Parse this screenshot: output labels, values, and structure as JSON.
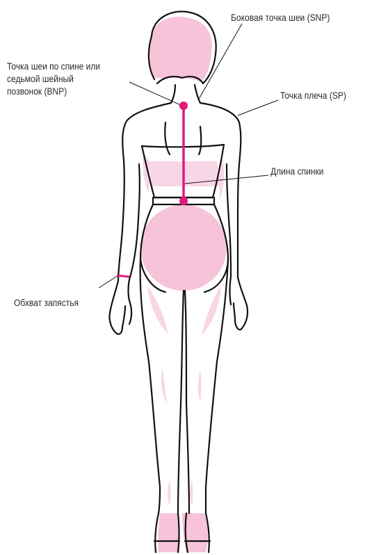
{
  "labels": {
    "side_neck_point": "Боковая точка шеи (SNP)",
    "back_neck_point_lines": [
      "Точка шеи по спине или",
      "седьмой шейный",
      "позвонок (BNP)"
    ],
    "shoulder_point": "Точка плеча (SP)",
    "back_length": "Длина спинки",
    "wrist_girth": "Обхват запястья"
  },
  "colors": {
    "outline": "#111111",
    "accent": "#e0197a",
    "fill_light": "#f9d6e6",
    "fill_medium": "#f6c3d9",
    "text": "#2a2a2a"
  }
}
